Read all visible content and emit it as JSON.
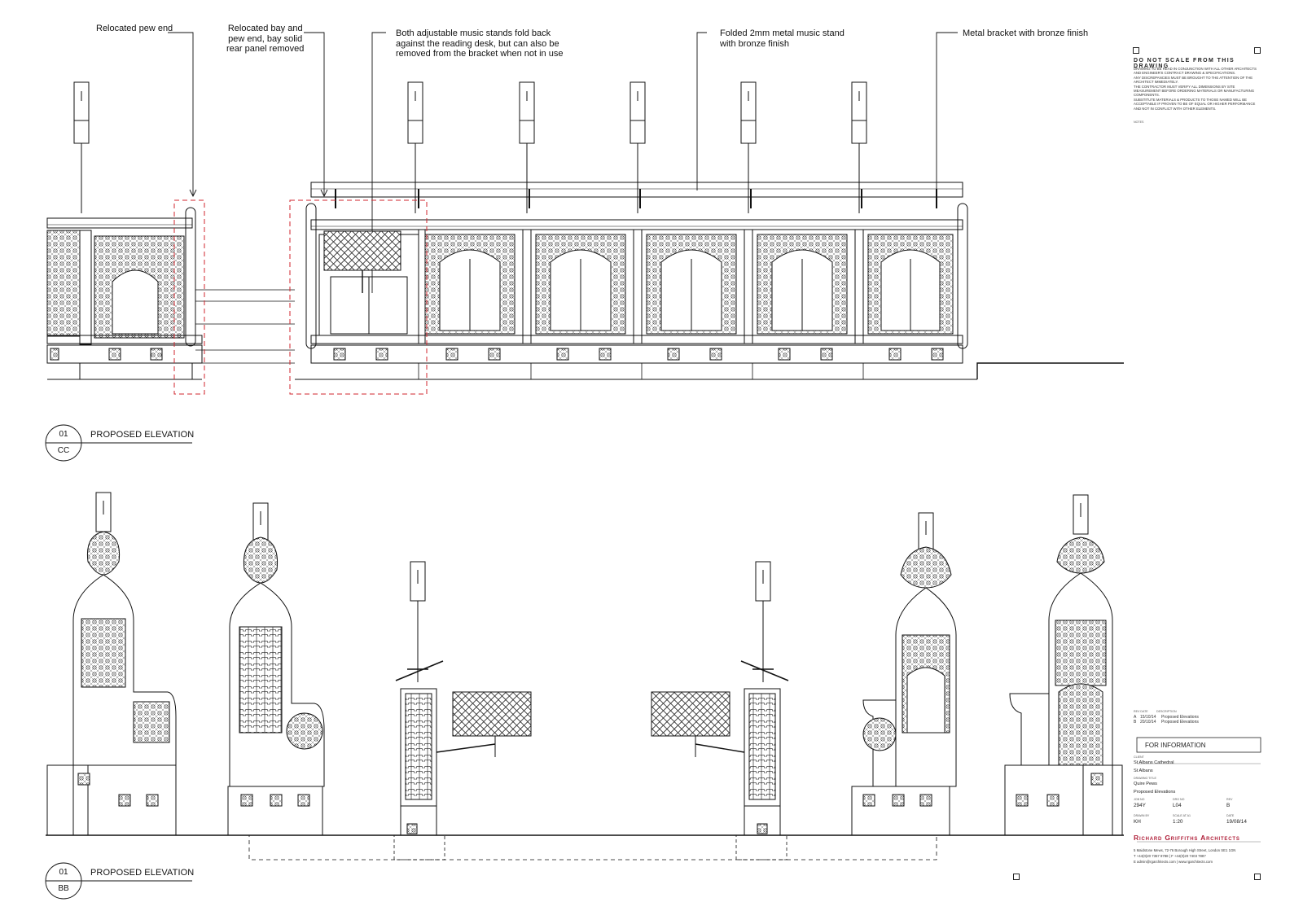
{
  "annotations": {
    "relocated_pew_end": "Relocated pew end",
    "relocated_bay": "Relocated bay and\npew end, bay solid\nrear panel removed",
    "music_stands": "Both adjustable music stands fold back\nagainst the reading desk, but can also be\nremoved from the bracket when not in use",
    "folded_stand": "Folded 2mm metal music stand\nwith bronze finish",
    "metal_bracket": "Metal bracket with bronze finish"
  },
  "views": [
    {
      "number": "01",
      "code": "CC",
      "title": "PROPOSED ELEVATION"
    },
    {
      "number": "01",
      "code": "BB",
      "title": "PROPOSED ELEVATION"
    }
  ],
  "title_block": {
    "warning_title": "DO NOT SCALE FROM THIS DRAWING",
    "warning_text": "DRAWING TO BE READ IN CONJUNCTION WITH ALL OTHER ARCHITECTS\nAND ENGINEER'S CONTRACT DRAWING & SPECIFICATIONS.\nANY DISCREPANCIES MUST BE BROUGHT TO THE ATTENTION OF THE\nARCHITECT IMMEDIATELY.\nTHE CONTRACTOR MUST VERIFY ALL DIMENSIONS BY SITE\nMEASUREMENT BEFORE ORDERING MATERIALS OR MANUFACTURING\nCOMPONENTS.\nSUBSTITUTE MATERIALS & PRODUCTS TO THOSE NAMED WILL BE\nACCEPTABLE IF PROVEN TO BE OF EQUAL OR HIGHER PERFORMANCE\nAND NOT IN CONFLICT WITH OTHER ELEMENTS.",
    "notes_label": "NOTES",
    "revision_headers": [
      "REV DATE",
      "DESCRIPTION"
    ],
    "revisions": [
      {
        "rev": "A",
        "date": "15/10/14",
        "description": "Proposed Elevations"
      },
      {
        "rev": "B",
        "date": "20/10/14",
        "description": "Proposed Elevations"
      }
    ],
    "status": "FOR INFORMATION",
    "client_label": "CLIENT",
    "client": "St Albans Cathedral",
    "location": "St Albans",
    "drawing_title_label": "DRAWING TITLE",
    "project": "Quire Pews",
    "drawing_title": "Proposed Elevations",
    "job_label": "JOB NO",
    "job_no": "294Y",
    "drawing_label": "DRG NO",
    "drawing_no": "L04",
    "rev_label": "REV",
    "revision": "B",
    "drawn_label": "DRAWN BY",
    "drawn_by": "KH",
    "scale_label": "SCALE AT A1",
    "scale": "1:20",
    "date_label": "DATE",
    "date": "19/08/14",
    "firm": "Richard Griffiths Architects",
    "address": "5 Maidstone Mews, 72-76 Borough High Street, London  SE1 1GN",
    "phone": "T +44(0)20 7357 8788 | F +44(0)20 7403 7887",
    "contact": "E admin@rgarchitects.com | www.rgarchitects.com"
  },
  "colors": {
    "line": "#111111",
    "relocated_outline": "#d0262e",
    "firm": "#b0203a"
  }
}
